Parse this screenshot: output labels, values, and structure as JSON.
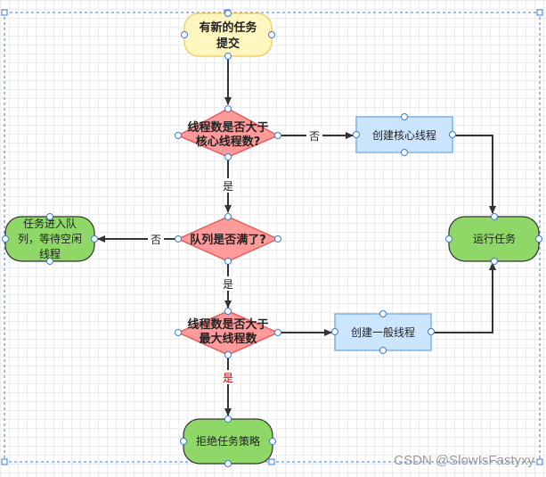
{
  "nodes": {
    "start": [
      "有新的任务",
      "提交"
    ],
    "core_check": [
      "线程数是否大于",
      "核心线程数?"
    ],
    "create_core": [
      "创建核心线程"
    ],
    "run_task": [
      "运行任务"
    ],
    "queue_check": [
      "队列是否满了?"
    ],
    "enqueue": [
      "任务进入队",
      "列，等待空闲",
      "线程"
    ],
    "max_check": [
      "线程数是否大于",
      "最大线程数"
    ],
    "create_normal": [
      "创建一般线程"
    ],
    "reject": [
      "拒绝任务策略"
    ]
  },
  "edges": {
    "core_no": "否",
    "core_yes": "是",
    "queue_no": "否",
    "queue_yes": "是",
    "max_yes": "是"
  },
  "watermark": "CSDN @SlowIsFastyxy",
  "colors": {
    "start_fill": "#fff6c0",
    "start_stroke": "#f0d070",
    "decision_fill": "#ff9a9a",
    "decision_stroke": "#e26060",
    "process_fill": "#cce5ff",
    "process_stroke": "#7fb3e6",
    "terminal_fill": "#8fd868",
    "terminal_stroke": "#333333",
    "edge": "#333333",
    "selection": "#3a7bd5"
  }
}
